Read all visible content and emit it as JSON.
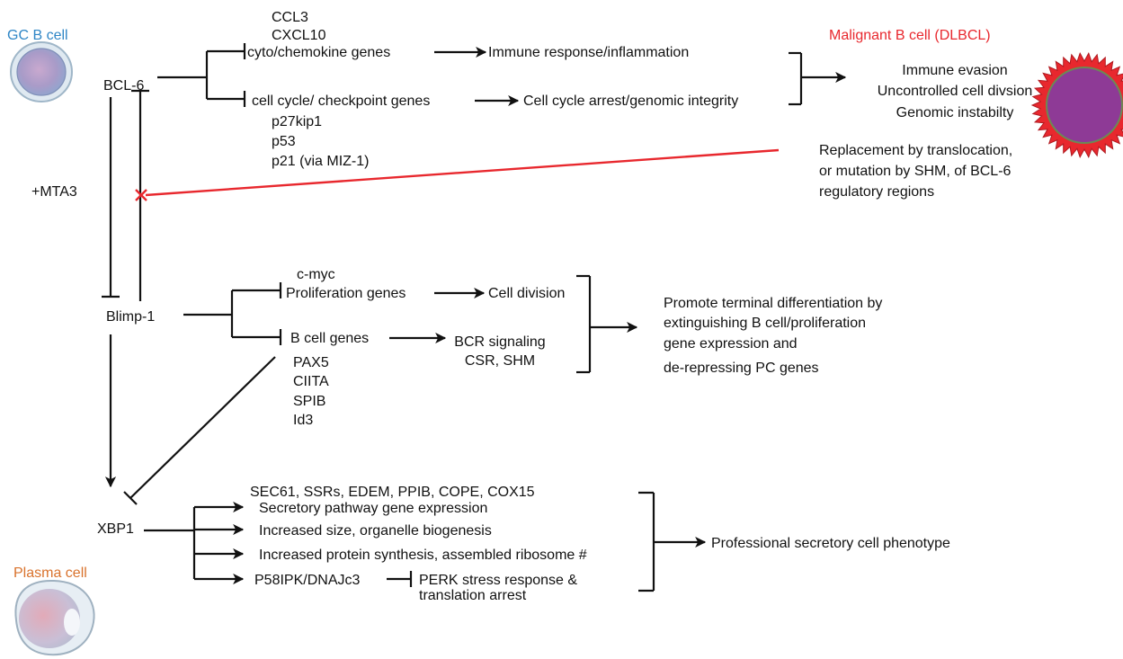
{
  "colors": {
    "ink": "#111111",
    "gc_label": "#2f86c6",
    "malignant_label": "#e8282e",
    "plasma_label": "#d9722c",
    "block_cross": "#e8282e",
    "tumor_outer": "#e8282e",
    "tumor_inner": "#8e3a96"
  },
  "cells": {
    "gc": "GC B cell",
    "plasma": "Plasma cell",
    "malignant": "Malignant B cell (DLBCL)"
  },
  "nodes": {
    "bcl6": "BCL-6",
    "blimp1": "Blimp-1",
    "xbp1": "XBP1",
    "mta3": "+MTA3"
  },
  "bcl6_branch": {
    "cyto_examples": [
      "CCL3",
      "CXCL10"
    ],
    "cyto_genes": "cyto/chemokine genes",
    "immune_outcome": "Immune response/inflammation",
    "cycle_genes": "cell cycle/ checkpoint genes",
    "cycle_examples": [
      "p27kip1",
      "p53",
      "p21 (via MIZ-1)"
    ],
    "cycle_outcome": "Cell cycle arrest/genomic integrity",
    "malignant_outcomes": [
      "Immune evasion",
      "Uncontrolled cell divsion",
      "Genomic instabilty"
    ],
    "translocation_note": [
      "Replacement by translocation,",
      "or mutation by SHM, of BCL-6",
      "regulatory regions"
    ]
  },
  "blimp1_branch": {
    "prolif_example": "c-myc",
    "prolif_genes": "Proliferation genes",
    "prolif_outcome": "Cell division",
    "bcell_genes": "B cell genes",
    "bcell_outcomes": [
      "BCR signaling",
      "CSR, SHM"
    ],
    "bcell_examples": [
      "PAX5",
      "CIITA",
      "SPIB",
      "Id3"
    ],
    "summary": [
      "Promote terminal differentiation by",
      "extinguishing B cell/proliferation",
      "gene expression and",
      "de-repressing PC genes"
    ]
  },
  "xbp1_branch": {
    "secretory_examples": "SEC61, SSRs, EDEM, PPIB, COPE, COX15",
    "targets": [
      "Secretory pathway gene expression",
      "Increased size, organelle biogenesis",
      "Increased protein synthesis, assembled ribosome #",
      "P58IPK/DNAJc3"
    ],
    "perk": [
      "PERK stress response &",
      "translation arrest"
    ],
    "outcome": "Professional secretory cell phenotype"
  }
}
